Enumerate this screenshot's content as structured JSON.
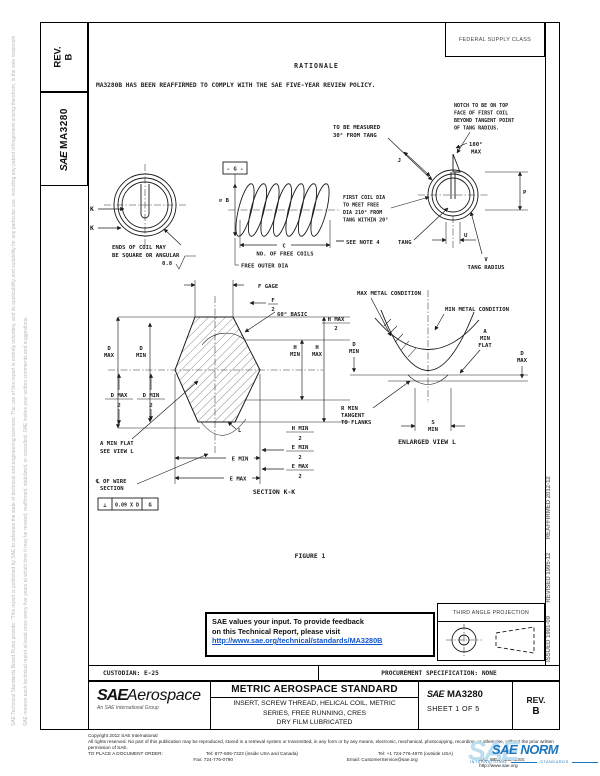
{
  "colors": {
    "link_blue": "#1155cc",
    "watermark_blue": "#1b75bc",
    "watermark_ghost_blue": "#bcdcf0",
    "line_black": "#1a1a1a",
    "margin_gray": "#b9b9b9"
  },
  "margins": {
    "left_line1": "SAE Technical Standards Board Rules provide: \"This report is published by SAE to advance the state of technical and engineering sciences. The use of this report is entirely voluntary, and its applicability and suitability for any particular use, including any patent infringement arising therefrom, is the sole responsibility of the user.\"",
    "left_line2": "SAE reviews each technical report at least once every five years at which time it may be revised, reaffirmed, stabilized, or cancelled. SAE invites your written comments and suggestions.",
    "right_history": "ISSUED 1991-09        REVISED 1995-12        REAFFIRMED 2012-12"
  },
  "corner": {
    "rev_label": "REV.",
    "rev_value": "B",
    "doc_sae": "SAE",
    "doc_number": "MA3280",
    "fsc": "FEDERAL SUPPLY CLASS"
  },
  "rationale": {
    "heading": "RATIONALE",
    "text": "MA3280B HAS BEEN REAFFIRMED TO COMPLY WITH THE SAE FIVE-YEAR REVIEW POLICY."
  },
  "figure": {
    "caption": "FIGURE 1",
    "labels": {
      "k": "K",
      "ends": [
        "ENDS OF COIL MAY",
        "BE SQUARE OR ANGULAR"
      ],
      "roughness": "0.8",
      "datum_g": "- G -",
      "dia_b": "∅ B",
      "dim_c": "C",
      "no_free_coils": "NO. OF FREE COILS",
      "free_outer_dia": "FREE OUTER DIA",
      "measured": [
        "TO BE MEASURED",
        "30° FROM TANG"
      ],
      "notch": [
        "NOTCH TO BE ON TOP",
        "FACE OF FIRST COIL",
        "BEYOND TANGENT POINT",
        "OF TANG RADIUS."
      ],
      "deg180": [
        "180°",
        "MAX"
      ],
      "dim_j": "J",
      "first_coil": [
        "FIRST COIL DIA",
        "TO MEET FREE",
        "DIA 210° FROM",
        "TANG WITHIN 20°"
      ],
      "see_note_4": "SEE NOTE 4",
      "tang": "TANG",
      "dim_u": "U",
      "dim_p": "P",
      "tang_radius": [
        "V",
        "TANG RADIUS"
      ],
      "f_gage": "F GAGE",
      "f_half": [
        "F",
        "2"
      ],
      "basic_60": "60° BASIC",
      "d_max": [
        "D",
        "MAX"
      ],
      "d_min": [
        "D",
        "MIN"
      ],
      "d_max_half": [
        "D MAX",
        "2"
      ],
      "d_min_half": [
        "D MIN",
        "2"
      ],
      "h_max_half": [
        "H MAX",
        "2"
      ],
      "h_min": [
        "H",
        "MIN"
      ],
      "h_max": [
        "H",
        "MAX"
      ],
      "h_min_half": [
        "H MIN",
        "2"
      ],
      "e_min_half": [
        "E MIN",
        "2"
      ],
      "e_min": "E MIN",
      "e_max_half": [
        "E MAX",
        "2"
      ],
      "e_max": "E MAX",
      "dim_l": "L",
      "a_min_flat": [
        "A MIN FLAT",
        "SEE VIEW L"
      ],
      "cl_wire": [
        "℄ OF WIRE",
        "SECTION"
      ],
      "section_kk": "SECTION K-K",
      "fcf": [
        "⊥",
        "0.09 X D",
        "G"
      ],
      "max_metal": "MAX METAL CONDITION",
      "min_metal": "MIN METAL CONDITION",
      "a_min_flat_2": [
        "A",
        "MIN",
        "FLAT"
      ],
      "d_min_2": [
        "D",
        "MIN"
      ],
      "d_max_2": [
        "D",
        "MAX"
      ],
      "r_min": [
        "R MIN",
        "TANGENT",
        "TO FLANKS"
      ],
      "s_min": [
        "S",
        "MIN"
      ],
      "enlarged": "ENLARGED VIEW L"
    }
  },
  "feedback": {
    "line1": "SAE values your input. To provide feedback",
    "line2": "on this Technical Report, please visit",
    "link": "http://www.sae.org/technical/standards/MA3280B"
  },
  "projection": {
    "title": "THIRD ANGLE PROJECTION"
  },
  "admin": {
    "custodian": "CUSTODIAN: E-25",
    "procurement": "PROCUREMENT SPECIFICATION: NONE"
  },
  "title_block": {
    "logo_sae": "SAE",
    "logo_aerospace": "Aerospace",
    "logo_tagline": "An SAE International Group",
    "standard_type": "METRIC AEROSPACE STANDARD",
    "title_line1": "INSERT, SCREW THREAD, HELICAL COIL, METRIC",
    "title_line2": "SERIES, FREE RUNNING, CRES",
    "title_line3": "DRY FILM LUBRICATED",
    "doc_sae": "SAE",
    "doc_number": "MA3280",
    "sheet": "SHEET 1 OF 5",
    "rev_label": "REV.",
    "rev_value": "B"
  },
  "footer": {
    "copyright": "Copyright 2012 SAE International",
    "rights": "All rights reserved. No part of this publication may be reproduced, stored in a retrieval system or transmitted, in any form or by any means, electronic, mechanical, photocopying, recording, or otherwise, without the prior written permission of SAE.",
    "order_label": "TO PLACE A DOCUMENT ORDER:",
    "tel1": "Tel: 877-606-7323 (inside USA and Canada)",
    "tel2": "Tel: +1 724-776-4970 (outside USA)",
    "fax": "Fax: 724-776-0790",
    "email": "Email: CustomerService@sae.org",
    "web": "SAE WEB ADDRESS: http://www.sae.org"
  },
  "watermark": {
    "ghost": "SAE",
    "brand": "SAE NORM",
    "sub1": "INTERNATIONAL",
    "sub2": "STANDARDS"
  }
}
